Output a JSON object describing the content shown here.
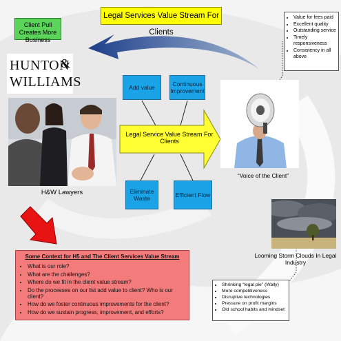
{
  "title": "Legal Services Value Stream For Clients",
  "client_pull": "Client Pull Creates More Business",
  "logo": {
    "line1": "HUNTON",
    "amp": "&",
    "line2": "WILLIAMS"
  },
  "lawyers_label": "H&W Lawyers",
  "stream": {
    "label": "Legal Service Value Stream For Clients",
    "nodes": {
      "add_value": "Add value",
      "continuous": "Continuous Improvement",
      "eliminate": "Eliminate Waste",
      "efficient": "Efficient Flow"
    }
  },
  "voice_label": "“Voice of the Client”",
  "client_wants": [
    "Value for fees paid",
    "Excellent quality",
    "Outstanding service",
    "Timely responsiveness",
    "Consistency in all above"
  ],
  "storm_label": "Looming Storm Clouds In Legal Industry",
  "storm_items": [
    "Shrinking “legal pie” (Wally)",
    "More competitiveness",
    "Disruptive technologies",
    "Pressure on profit margins",
    "Old school habits and mindset"
  ],
  "context": {
    "header": "Some Context for H5 and The Client Services Value Stream",
    "items": [
      "What is our role?",
      "What are the challenges?",
      "Where do we fit in the client value stream?",
      "Do the processes on our list add value to client?  Who is our client?",
      "How do we foster continuous improvements for the client?",
      "How do we sustain progress, improvement, and efforts?"
    ]
  },
  "colors": {
    "title_bg": "#ffff00",
    "pull_bg": "#5cd45c",
    "node_bg": "#1aa3e6",
    "context_bg": "#f47b7b",
    "big_arrow": "#1d3f8a",
    "stream_arrow": "#ffff33"
  }
}
